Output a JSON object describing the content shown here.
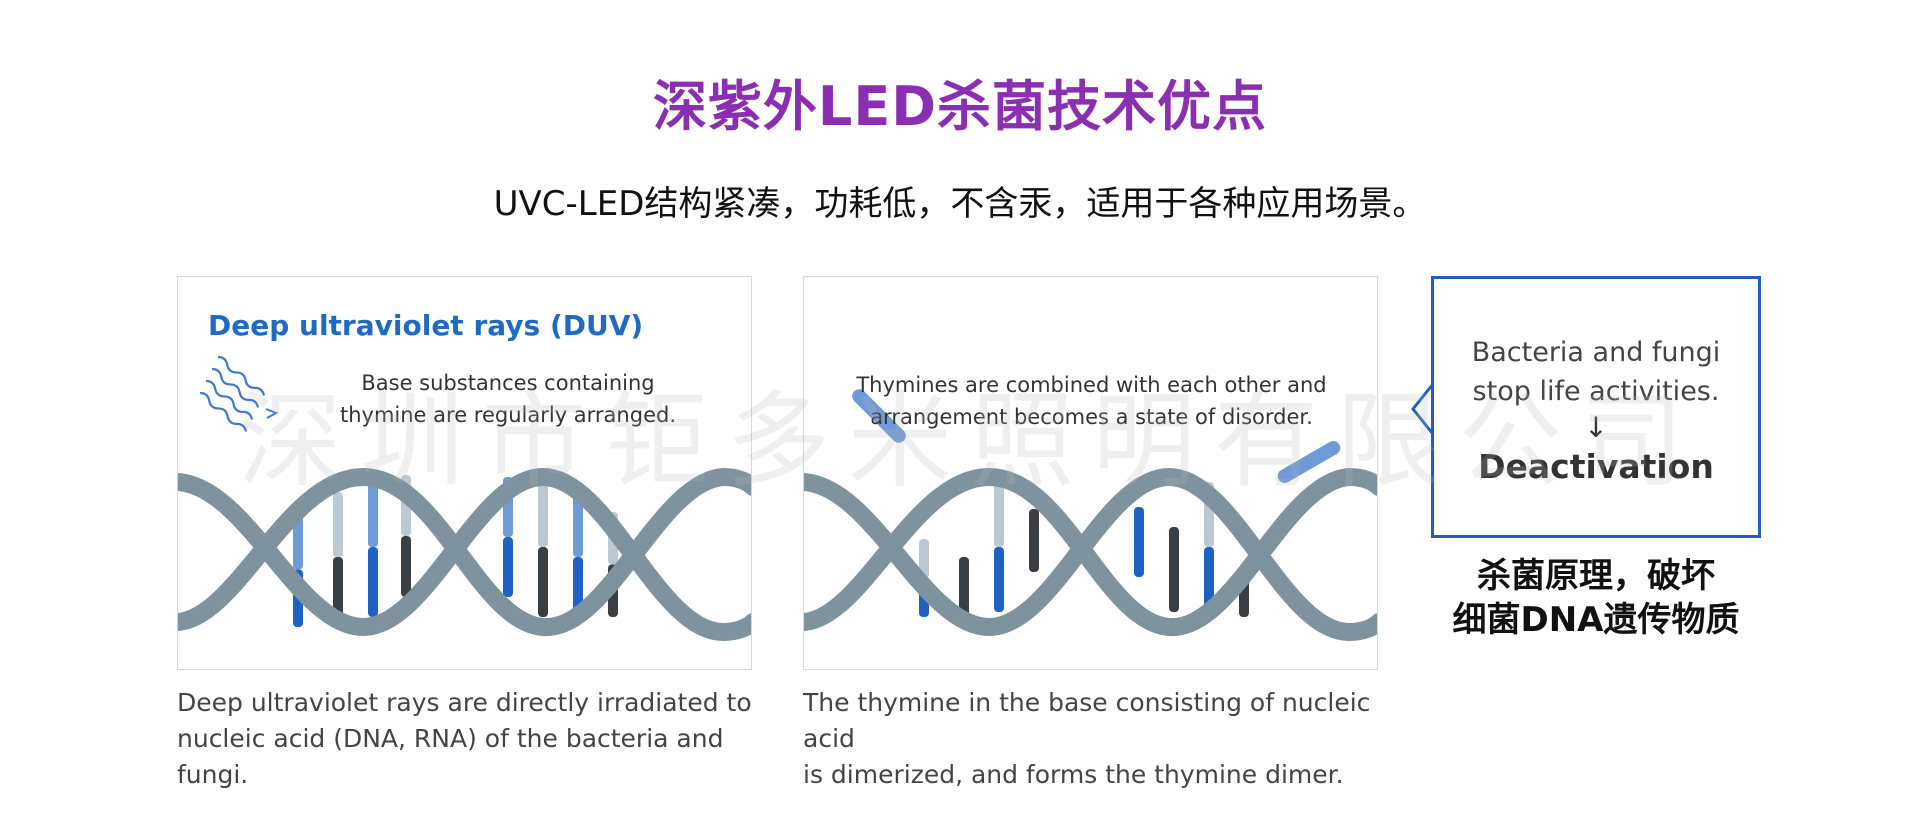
{
  "header": {
    "title": "深紫外LED杀菌技术优点",
    "subtitle": "UVC-LED结构紧凑，功耗低，不含汞，适用于各种应用场景。"
  },
  "panel1": {
    "heading": "Deep ultraviolet rays (DUV)",
    "text_line1": "Base substances containing",
    "text_line2": "thymine are regularly arranged.",
    "caption_line1": "Deep ultraviolet rays are directly irradiated to",
    "caption_line2": "nucleic acid (DNA, RNA) of the bacteria and fungi."
  },
  "panel2": {
    "text_line1": "Thymines are combined with each other and",
    "text_line2": "arrangement becomes a state of disorder.",
    "caption_line1": "The thymine in the base consisting of nucleic acid",
    "caption_line2": "is dimerized, and forms the thymine dimer."
  },
  "result": {
    "line1": "Bacteria and fungi",
    "line2": "stop life activities.",
    "arrow": "↓",
    "deactivation": "Deactivation"
  },
  "principle": {
    "line1": "杀菌原理，破坏",
    "line2": "细菌DNA遗传物质"
  },
  "watermark": "深圳市钜多米照明有限公司",
  "colors": {
    "title": "#8b2fb2",
    "heading_blue": "#1f6bc4",
    "box_border": "#1f5fbf",
    "helix": "#7f939e",
    "base_dark": "#3a3f44",
    "base_blue": "#1f63c2",
    "base_light": "#bcc9d2",
    "base_midblue": "#6e9ad8"
  }
}
